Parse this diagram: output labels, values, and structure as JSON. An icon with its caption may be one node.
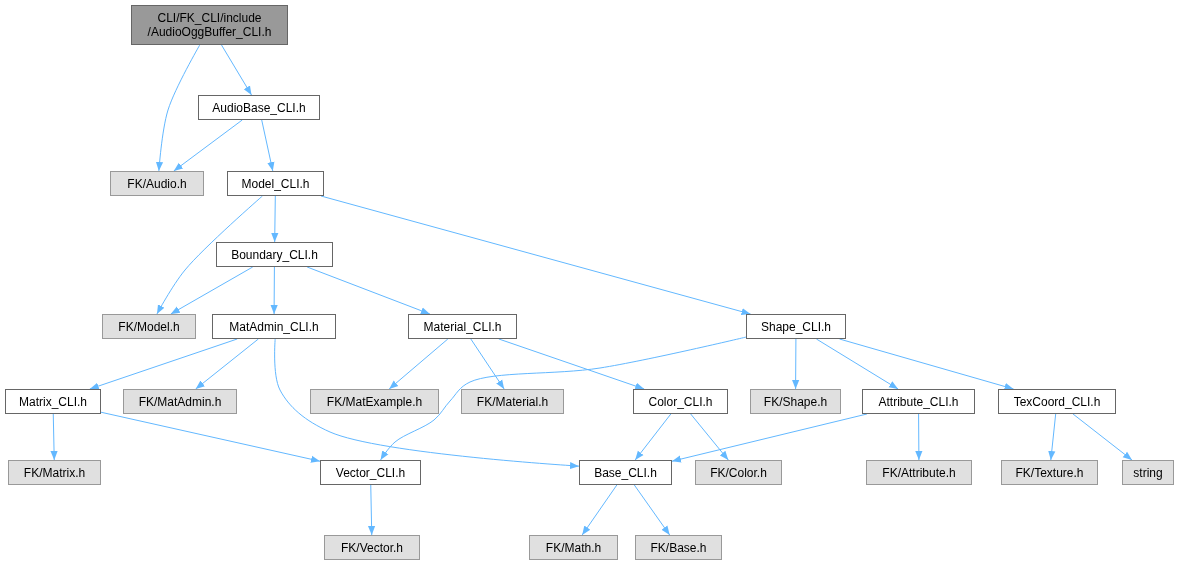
{
  "diagram": {
    "nodes": [
      {
        "text": [
          "CLI/FK_CLI/include /AudioOggBuffer_CLI.h"
        ]
      },
      {
        "text": [
          "AudioBase_CLI.h"
        ]
      },
      {
        "text": [
          "FK/Audio.h"
        ]
      },
      {
        "text": [
          "Model_CLI.h"
        ]
      },
      {
        "text": [
          "Boundary_CLI.h"
        ]
      },
      {
        "text": [
          "FK/Model.h"
        ]
      },
      {
        "text": [
          "MatAdmin_CLI.h"
        ]
      },
      {
        "text": [
          "Material_CLI.h"
        ]
      },
      {
        "text": [
          "Shape_CLI.h"
        ]
      },
      {
        "text": [
          "Matrix_CLI.h"
        ]
      },
      {
        "text": [
          "FK/MatAdmin.h"
        ]
      },
      {
        "text": [
          "FK/MatExample.h"
        ]
      },
      {
        "text": [
          "FK/Material.h"
        ]
      },
      {
        "text": [
          "Color_CLI.h"
        ]
      },
      {
        "text": [
          "FK/Shape.h"
        ]
      },
      {
        "text": [
          "Attribute_CLI.h"
        ]
      },
      {
        "text": [
          "TexCoord_CLI.h"
        ]
      },
      {
        "text": [
          "FK/Matrix.h"
        ]
      },
      {
        "text": [
          "Vector_CLI.h"
        ]
      },
      {
        "text": [
          "Base_CLI.h"
        ]
      },
      {
        "text": [
          "FK/Color.h"
        ]
      },
      {
        "text": [
          "FK/Attribute.h"
        ]
      },
      {
        "text": [
          "FK/Texture.h"
        ]
      },
      {
        "text": [
          "string"
        ]
      },
      {
        "text": [
          "FK/Vector.h"
        ]
      },
      {
        "text": [
          "FK/Math.h"
        ]
      },
      {
        "text": [
          "FK/Base.h"
        ]
      }
    ],
    "edges": [
      {
        "from": 0,
        "to": 2,
        "arrow": "to"
      },
      {
        "from": 0,
        "to": 1,
        "arrow": "to"
      },
      {
        "from": 1,
        "to": 2,
        "arrow": "to"
      },
      {
        "from": 1,
        "to": 3,
        "arrow": "to"
      },
      {
        "from": 3,
        "to": 5,
        "arrow": "to"
      },
      {
        "from": 3,
        "to": 4,
        "arrow": "to"
      },
      {
        "from": 3,
        "to": 8,
        "arrow": "to"
      },
      {
        "from": 4,
        "to": 5,
        "arrow": "to"
      },
      {
        "from": 4,
        "to": 6,
        "arrow": "to"
      },
      {
        "from": 4,
        "to": 7,
        "arrow": "to"
      },
      {
        "from": 6,
        "to": 9,
        "arrow": "to"
      },
      {
        "from": 6,
        "to": 10,
        "arrow": "to"
      },
      {
        "from": 6,
        "to": 19,
        "arrow": "to"
      },
      {
        "from": 7,
        "to": 11,
        "arrow": "to"
      },
      {
        "from": 7,
        "to": 12,
        "arrow": "to"
      },
      {
        "from": 7,
        "to": 13,
        "arrow": "to"
      },
      {
        "from": 8,
        "to": 18,
        "arrow": "to"
      },
      {
        "from": 8,
        "to": 14,
        "arrow": "to"
      },
      {
        "from": 8,
        "to": 15,
        "arrow": "to"
      },
      {
        "from": 8,
        "to": 16,
        "arrow": "to"
      },
      {
        "from": 9,
        "to": 17,
        "arrow": "to"
      },
      {
        "from": 9,
        "to": 18,
        "arrow": "to"
      },
      {
        "from": 13,
        "to": 19,
        "arrow": "to"
      },
      {
        "from": 13,
        "to": 20,
        "arrow": "to"
      },
      {
        "from": 15,
        "to": 19,
        "arrow": "to"
      },
      {
        "from": 15,
        "to": 21,
        "arrow": "to"
      },
      {
        "from": 16,
        "to": 22,
        "arrow": "to"
      },
      {
        "from": 16,
        "to": 23,
        "arrow": "to"
      },
      {
        "from": 18,
        "to": 24,
        "arrow": "to"
      },
      {
        "from": 19,
        "to": 25,
        "arrow": "to"
      },
      {
        "from": 19,
        "to": 26,
        "arrow": "to"
      }
    ]
  }
}
